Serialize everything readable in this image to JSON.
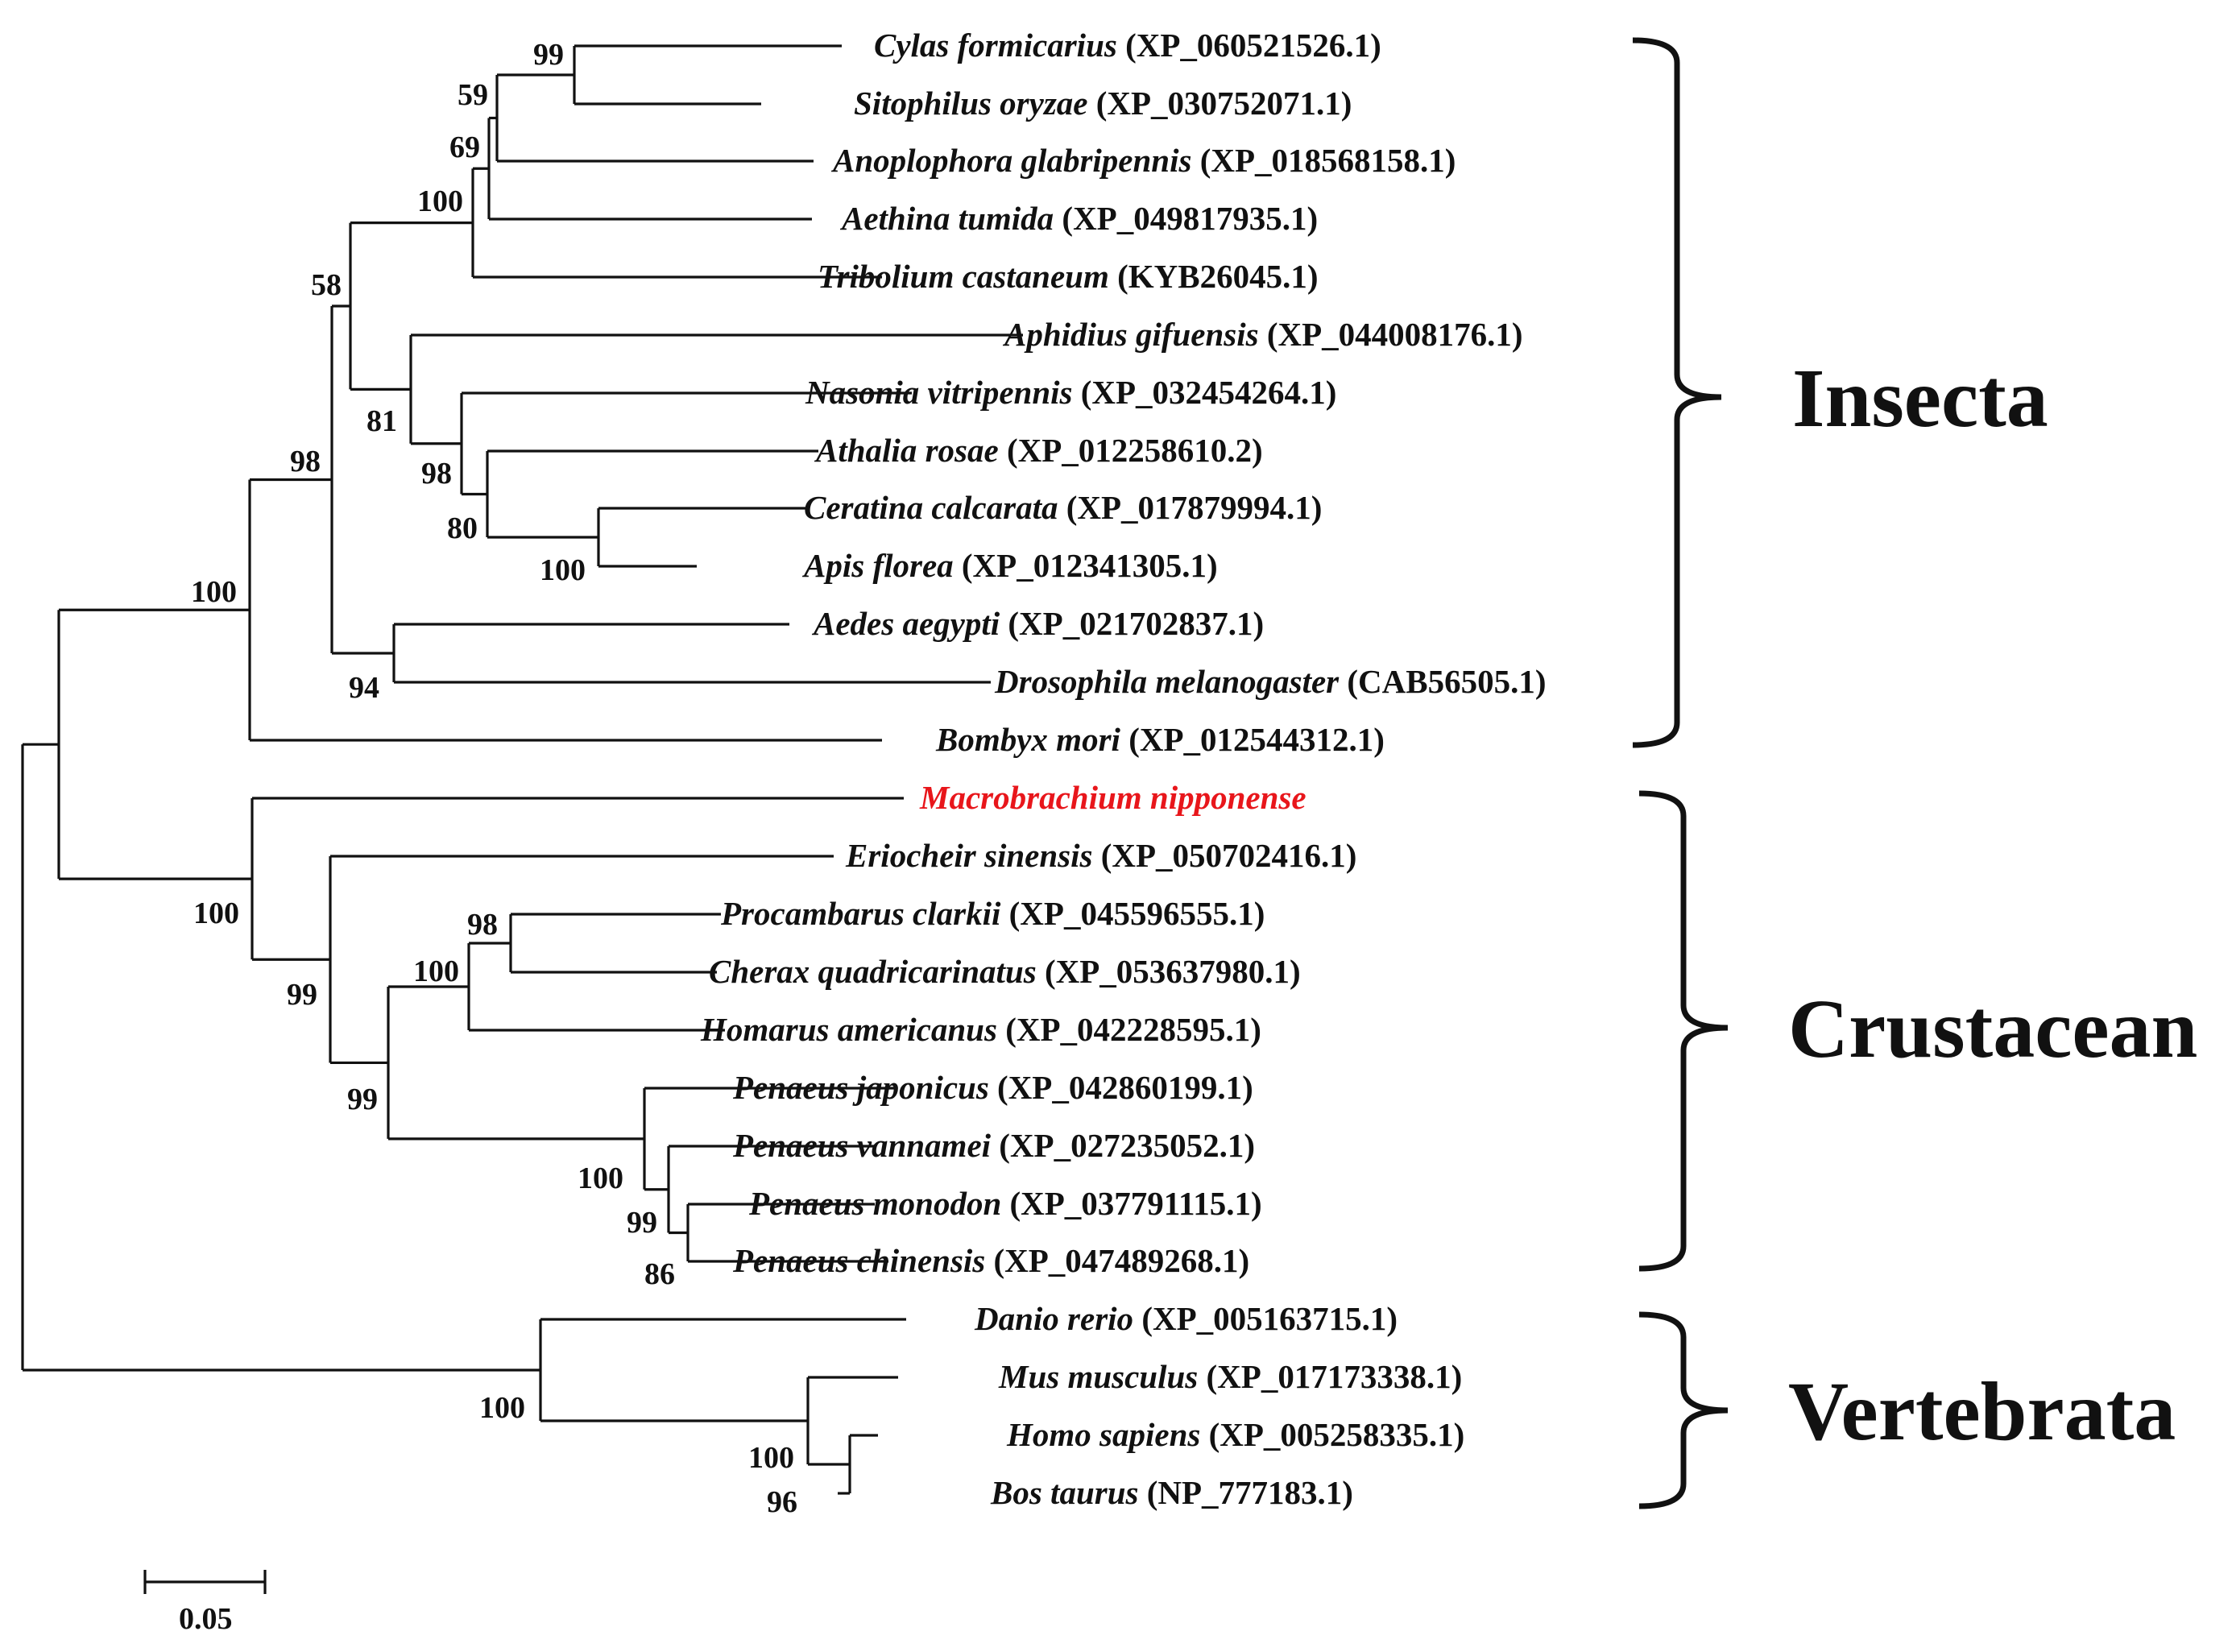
{
  "tips": [
    {
      "genus_species": "Cylas formicarius",
      "accession": "(XP_060521526.1)"
    },
    {
      "genus_species": "Sitophilus oryzae",
      "accession": "(XP_030752071.1)"
    },
    {
      "genus_species": "Anoplophora glabripennis",
      "accession": "(XP_018568158.1)"
    },
    {
      "genus_species": "Aethina tumida",
      "accession": "(XP_049817935.1)"
    },
    {
      "genus_species": "Tribolium castaneum",
      "accession": "(KYB26045.1)"
    },
    {
      "genus_species": "Aphidius gifuensis",
      "accession": "(XP_044008176.1)"
    },
    {
      "genus_species": "Nasonia vitripennis",
      "accession": "(XP_032454264.1)"
    },
    {
      "genus_species": "Athalia rosae",
      "accession": "(XP_012258610.2)"
    },
    {
      "genus_species": "Ceratina calcarata",
      "accession": "(XP_017879994.1)"
    },
    {
      "genus_species": "Apis florea",
      "accession": "(XP_012341305.1)"
    },
    {
      "genus_species": "Aedes aegypti",
      "accession": "(XP_021702837.1)"
    },
    {
      "genus_species": "Drosophila melanogaster",
      "accession": "(CAB56505.1)"
    },
    {
      "genus_species": "Bombyx mori",
      "accession": "(XP_012544312.1)"
    },
    {
      "genus_species": "Macrobrachium nipponense",
      "accession": "",
      "highlight": true
    },
    {
      "genus_species": "Eriocheir sinensis",
      "accession": "(XP_050702416.1)"
    },
    {
      "genus_species": "Procambarus clarkii",
      "accession": "(XP_045596555.1)"
    },
    {
      "genus_species": "Cherax quadricarinatus",
      "accession": "(XP_053637980.1)"
    },
    {
      "genus_species": "Homarus americanus",
      "accession": "(XP_042228595.1)"
    },
    {
      "genus_species": "Penaeus japonicus",
      "accession": "(XP_042860199.1)"
    },
    {
      "genus_species": "Penaeus vannamei",
      "accession": "(XP_027235052.1)"
    },
    {
      "genus_species": "Penaeus monodon",
      "accession": "(XP_037791115.1)"
    },
    {
      "genus_species": "Penaeus chinensis",
      "accession": "(XP_047489268.1)"
    },
    {
      "genus_species": "Danio rerio",
      "accession": "(XP_005163715.1)"
    },
    {
      "genus_species": "Mus musculus",
      "accession": "(XP_017173338.1)"
    },
    {
      "genus_species": "Homo sapiens",
      "accession": "(XP_005258335.1)"
    },
    {
      "genus_species": "Bos taurus",
      "accession": "(NP_777183.1)"
    }
  ],
  "bootstrap_values": [
    "99",
    "59",
    "69",
    "100",
    "58",
    "81",
    "98",
    "80",
    "100",
    "98",
    "100",
    "94",
    "100",
    "98",
    "100",
    "99",
    "99",
    "100",
    "99",
    "86",
    "100",
    "100",
    "96"
  ],
  "groups": [
    {
      "name": "Insecta"
    },
    {
      "name": "Crustacean"
    },
    {
      "name": "Vertebrata"
    }
  ],
  "scale_bar": {
    "label": "0.05"
  },
  "colors": {
    "highlight": "#e8161b",
    "ink": "#111111",
    "background": "#ffffff"
  }
}
